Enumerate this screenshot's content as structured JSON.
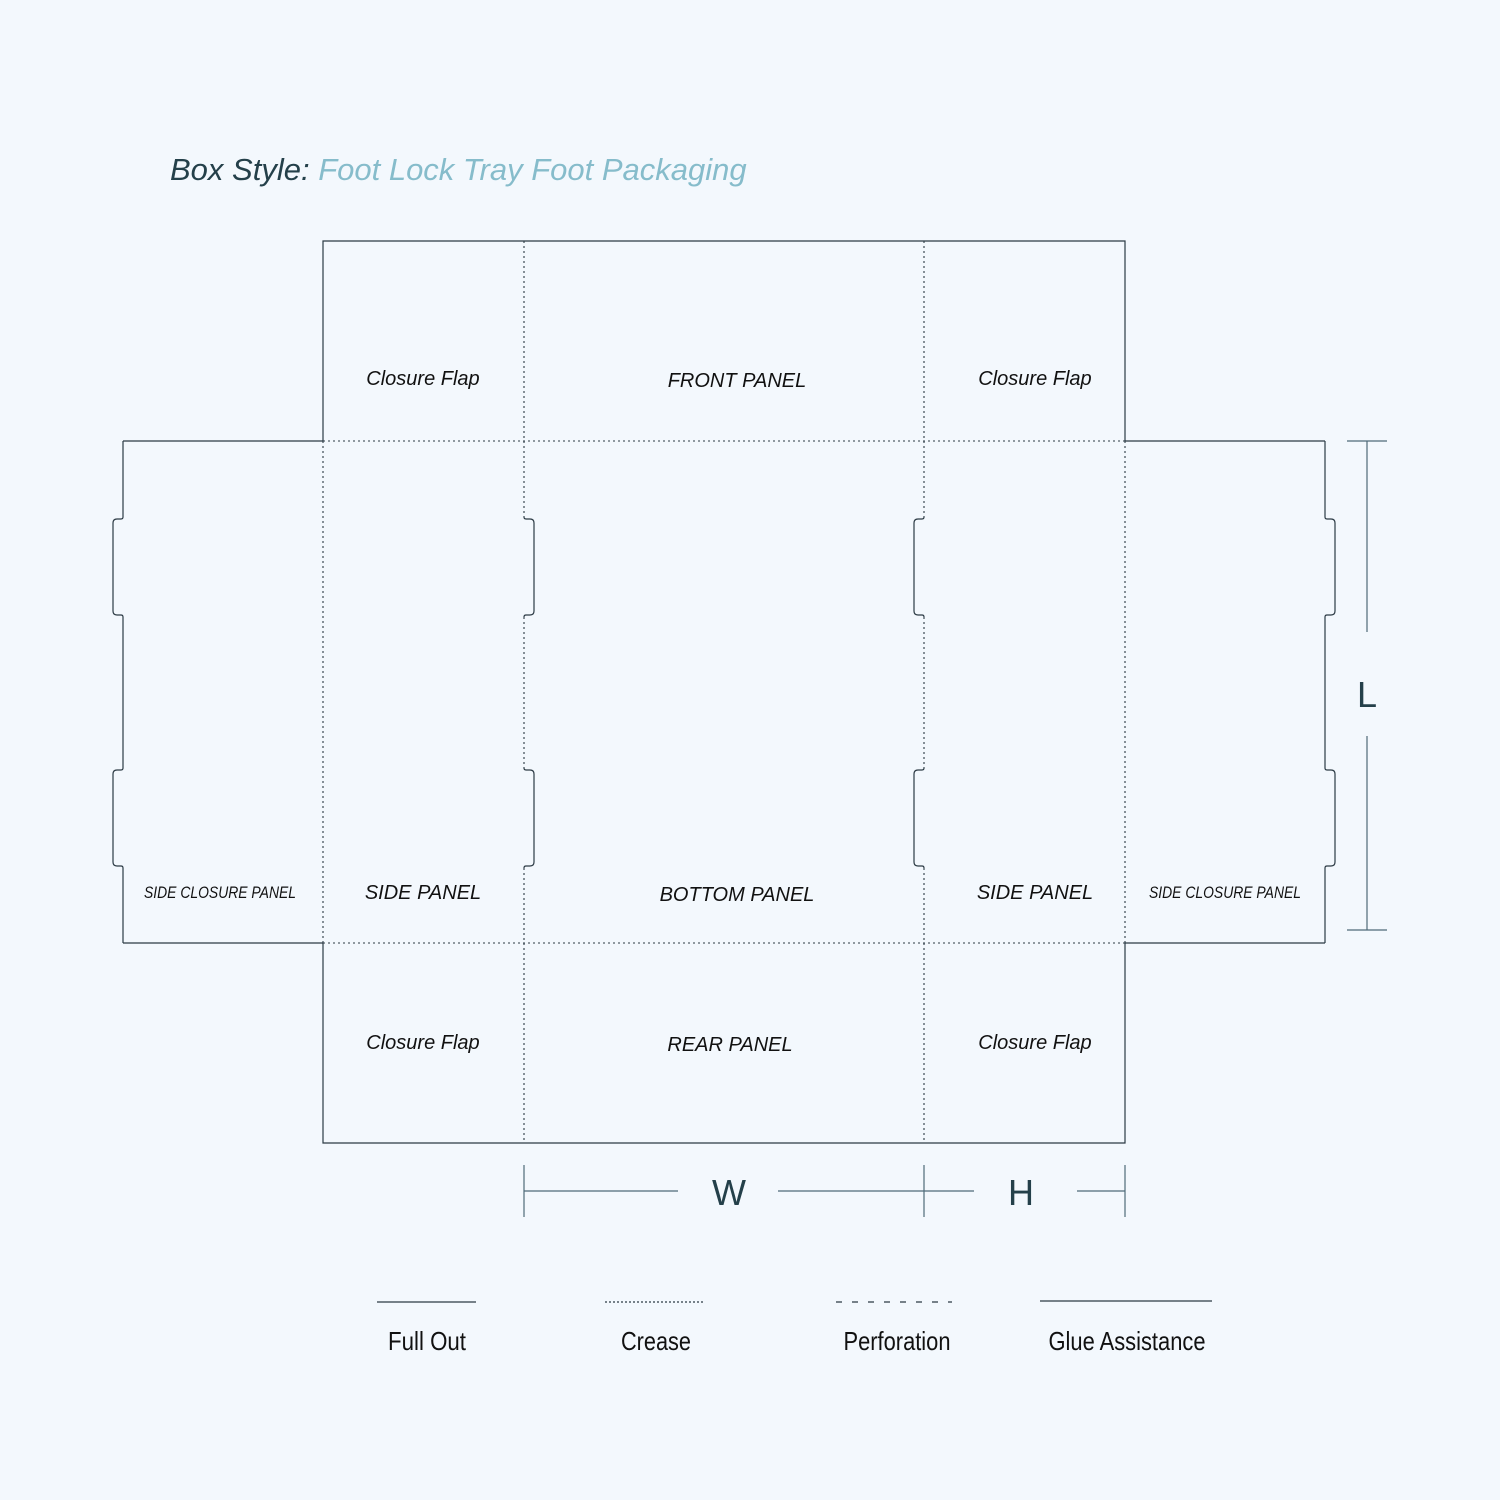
{
  "title": {
    "label": "Box Style:",
    "value": "Foot Lock Tray Foot Packaging"
  },
  "panels": {
    "closure_flap_top_left": "Closure Flap",
    "front_panel": "FRONT PANEL",
    "closure_flap_top_right": "Closure Flap",
    "side_closure_panel_left": "SIDE CLOSURE PANEL",
    "side_panel_left": "SIDE PANEL",
    "bottom_panel": "BOTTOM PANEL",
    "side_panel_right": "SIDE PANEL",
    "side_closure_panel_right": "SIDE CLOSURE PANEL",
    "closure_flap_bottom_left": "Closure Flap",
    "rear_panel": "REAR PANEL",
    "closure_flap_bottom_right": "Closure Flap"
  },
  "dimensions": {
    "width": "W",
    "height": "H",
    "length": "L"
  },
  "legend": [
    {
      "label": "Full Out",
      "style": "solid"
    },
    {
      "label": "Crease",
      "style": "dotted"
    },
    {
      "label": "Perforation",
      "style": "dashed"
    },
    {
      "label": "Glue Assistance",
      "style": "solid"
    }
  ],
  "colors": {
    "background": "#f3f8fd",
    "title_label": "#24404a",
    "title_value": "#86bccb",
    "line": "#2b3a44",
    "dimension": "#4e6a78"
  }
}
